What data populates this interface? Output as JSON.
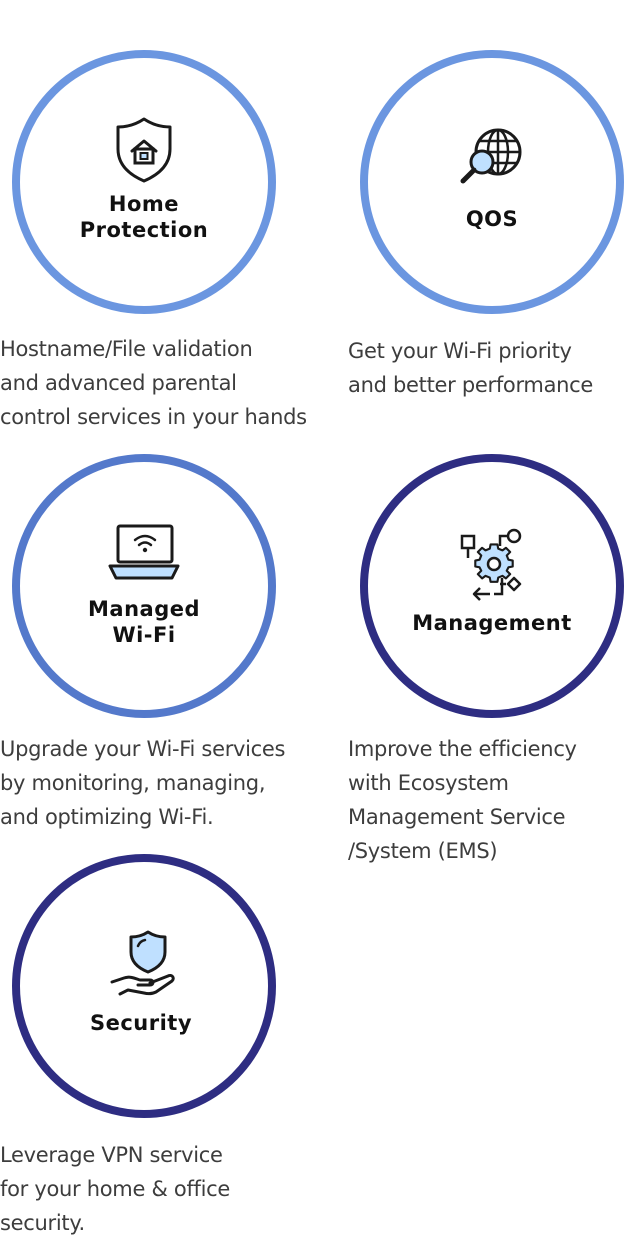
{
  "features": [
    {
      "title": "Home\nProtection",
      "description": "Hostname/File validation\nand advanced parental\ncontrol services in your hands",
      "icon": "shield-home-icon",
      "ring_color": "#6B96E0"
    },
    {
      "title": "QOS",
      "description": "Get your Wi-Fi priority\nand better performance",
      "icon": "globe-search-icon",
      "ring_color": "#6B96E0"
    },
    {
      "title": "Managed\nWi-Fi",
      "description": "Upgrade your Wi-Fi services\nby monitoring, managing,\nand optimizing Wi-Fi.",
      "icon": "laptop-wifi-icon",
      "ring_color": "#5479CB"
    },
    {
      "title": "Management",
      "description": "Improve the efficiency\nwith Ecosystem\nManagement Service\n/System (EMS)",
      "icon": "gear-workflow-icon",
      "ring_color": "#2E2D82"
    },
    {
      "title": "Security",
      "description": "Leverage VPN service\nfor your home & office\nsecurity.",
      "icon": "hand-shield-icon",
      "ring_color": "#2E2D82"
    }
  ]
}
